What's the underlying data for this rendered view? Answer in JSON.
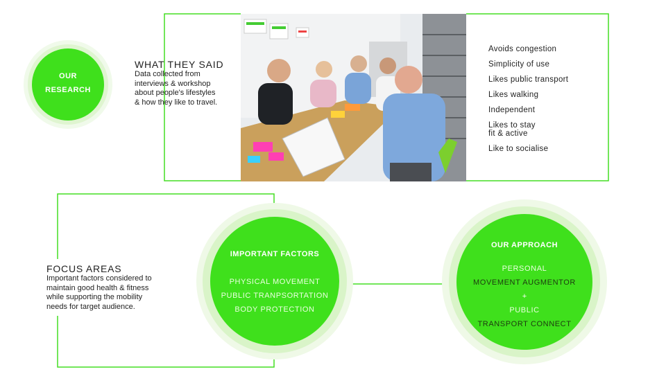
{
  "research": {
    "line1": "OUR",
    "line2": "RESEARCH"
  },
  "what_they_said": {
    "title": "WHAT THEY SAID",
    "description": [
      "Data collected from",
      "interviews & workshop",
      "about people's lifestyles",
      "& how they like to travel."
    ],
    "photo_label": "workshop-photo",
    "findings": [
      "Avoids congestion",
      "Simplicity of use",
      "Likes public transport",
      "Likes walking",
      "Independent",
      "Likes to stay",
      "fit & active",
      "Like to socialise"
    ]
  },
  "focus_areas": {
    "title": "FOCUS AREAS",
    "description": [
      "Important factors considered to",
      "maintain good health & fitness",
      "while supporting the mobility",
      "needs for target audience."
    ]
  },
  "important_factors": {
    "heading": "IMPORTANT FACTORS",
    "items": [
      "PHYSICAL MOVEMENT",
      "PUBLIC TRANPSORTATION",
      "BODY PROTECTION"
    ]
  },
  "our_approach": {
    "heading": "OUR APPROACH",
    "lines": [
      "PERSONAL",
      "MOVEMENT AUGMENTOR",
      "+",
      "PUBLIC",
      "TRANSPORT CONNECT"
    ]
  },
  "colors": {
    "accent": "#3fe01c",
    "ring_outer": "#eef9e6",
    "ring_mid": "#d8f3c7",
    "line": "#44dd22"
  }
}
